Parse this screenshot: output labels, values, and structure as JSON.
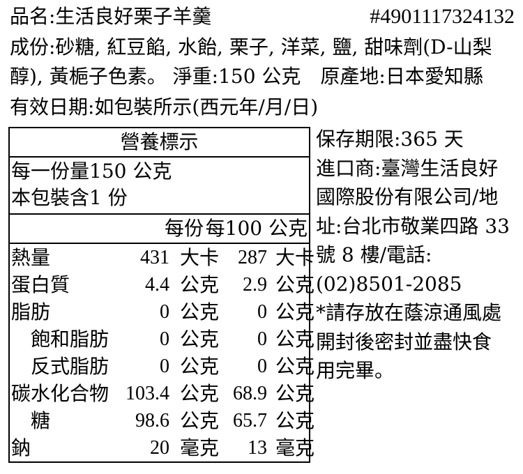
{
  "header": {
    "product_name": "品名:生活良好栗子羊羹",
    "barcode": "#4901117324132",
    "ingredients_line1": "成份:砂糖, 紅豆餡, 水飴, 栗子, 洋菜, 鹽, 甜味劑(D-山梨",
    "ingredients_line2": "醇), 黃梔子色素。 淨重:150 公克　原產地:日本愛知縣",
    "expiry": "有效日期:如包裝所示(西元年/月/日)"
  },
  "nutrition": {
    "title": "營養標示",
    "serving_size": "每一份量150 公克",
    "servings": "本包裝含1 份",
    "col_per_serving": "每份",
    "col_per_100g": "每100 公克",
    "rows": [
      {
        "label": "熱量",
        "v1": "431",
        "u1": "大卡",
        "v2": "287",
        "u2": "大卡"
      },
      {
        "label": "蛋白質",
        "v1": "4.4",
        "u1": "公克",
        "v2": "2.9",
        "u2": "公克"
      },
      {
        "label": "脂肪",
        "v1": "0",
        "u1": "公克",
        "v2": "0",
        "u2": "公克"
      },
      {
        "label": "飽和脂肪",
        "v1": "0",
        "u1": "公克",
        "v2": "0",
        "u2": "公克"
      },
      {
        "label": "反式脂肪",
        "v1": "0",
        "u1": "公克",
        "v2": "0",
        "u2": "公克"
      },
      {
        "label": "碳水化合物",
        "v1": "103.4",
        "u1": "公克",
        "v2": "68.9",
        "u2": "公克"
      },
      {
        "label": "糖",
        "v1": "98.6",
        "u1": "公克",
        "v2": "65.7",
        "u2": "公克"
      },
      {
        "label": "鈉",
        "v1": "20",
        "u1": "毫克",
        "v2": "13",
        "u2": "毫克"
      }
    ]
  },
  "side": {
    "lines": [
      "保存期限:365 天",
      "進口商:臺灣生活良好",
      "國際股份有限公司/地",
      "址:台北市敬業四路 33",
      "號 8 樓/電話:",
      "(02)8501-2085",
      "*請存放在蔭涼通風處",
      "開封後密封並盡快食",
      "用完畢。"
    ]
  }
}
